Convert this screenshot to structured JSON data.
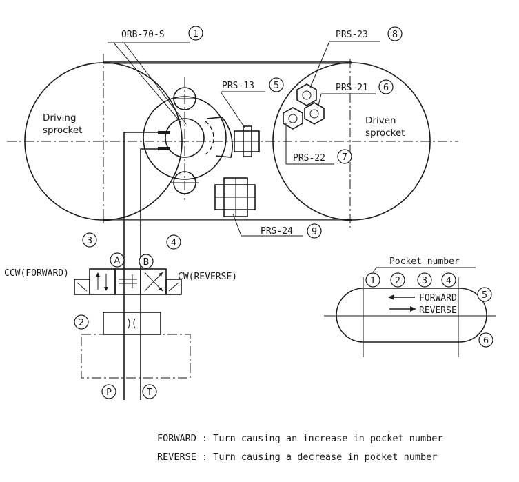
{
  "labels": {
    "orb": "ORB-70-S",
    "prs13": "PRS-13",
    "prs21": "PRS-21",
    "prs22": "PRS-22",
    "prs23": "PRS-23",
    "prs24": "PRS-24",
    "driving_line1": "Driving",
    "driving_line2": "sprocket",
    "driven_line1": "Driven",
    "driven_line2": "sprocket",
    "ccw": "CCW(FORWARD)",
    "cw": "CW(REVERSE)",
    "port_a": "A",
    "port_b": "B",
    "port_p": "P",
    "port_t": "T",
    "pocket_number": "Pocket number",
    "forward": "FORWARD",
    "reverse": "REVERSE"
  },
  "numbers": {
    "n1": "1",
    "n2": "2",
    "n3": "3",
    "n4": "4",
    "n5": "5",
    "n6": "6",
    "n7": "7",
    "n8": "8",
    "n9": "9"
  },
  "pockets": {
    "p1": "1",
    "p2": "2",
    "p3": "3",
    "p4": "4",
    "p5": "5",
    "p6": "6"
  },
  "notes": {
    "forward_def": "FORWARD : Turn causing an increase in pocket number",
    "reverse_def": "REVERSE : Turn causing a decrease in pocket number"
  }
}
